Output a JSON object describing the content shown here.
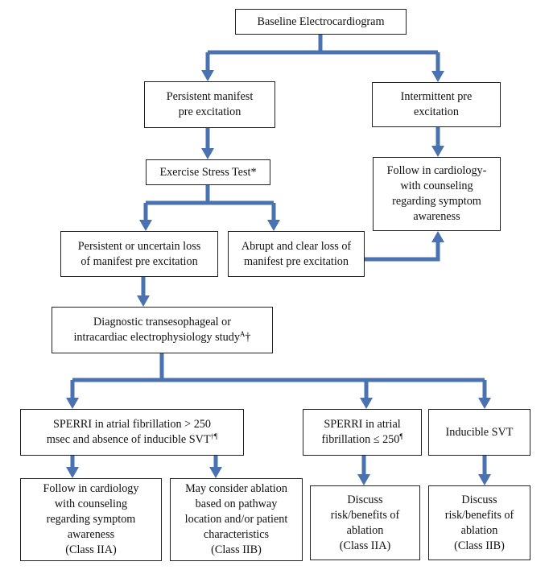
{
  "nodes": {
    "baseline": {
      "lines": [
        "Baseline Electrocardiogram"
      ]
    },
    "persistent": {
      "lines": [
        "Persistent manifest",
        "pre excitation"
      ]
    },
    "intermittent": {
      "lines": [
        "Intermittent pre",
        "excitation"
      ]
    },
    "stress_test": {
      "lines": [
        "Exercise Stress Test*"
      ]
    },
    "follow_top": {
      "lines": [
        "Follow in cardiology-",
        "with counseling",
        "regarding symptom",
        "awareness"
      ]
    },
    "uncertain_loss": {
      "lines": [
        "Persistent or uncertain loss",
        "of manifest pre excitation"
      ]
    },
    "abrupt_loss": {
      "lines": [
        "Abrupt and clear loss of",
        "manifest pre excitation"
      ]
    },
    "ep_study": {
      "line1": "Diagnostic transesophageal or",
      "line2_text": "intracardiac electrophysiology study",
      "line2_sup": "A",
      "line2_tail": "†"
    },
    "sperri_250": {
      "line1": "SPERRI in atrial fibrillation > 250",
      "line2_text": "msec and absence of inducible SVT",
      "line2_sup": "†¶"
    },
    "sperri_le250": {
      "line1": "SPERRI in atrial",
      "line2_text": "fibrillation ≤ 250",
      "line2_sup": "¶"
    },
    "inducible_svt": {
      "lines": [
        "Inducible SVT"
      ]
    },
    "follow_bottom": {
      "lines": [
        "Follow in cardiology",
        "with counseling",
        "regarding symptom",
        "awareness",
        "(Class IIA)"
      ]
    },
    "consider_ablation": {
      "lines": [
        "May consider ablation",
        "based on pathway",
        "location and/or patient",
        "characteristics",
        "(Class IIB)"
      ]
    },
    "discuss_iia": {
      "lines": [
        "Discuss",
        "risk/benefits of",
        "ablation",
        "(Class IIA)"
      ]
    },
    "discuss_iib": {
      "lines": [
        "Discuss",
        "risk/benefits of",
        "ablation",
        "(Class IIB)"
      ]
    }
  },
  "colors": {
    "arrow": "#4a72b0",
    "border": "#222222"
  }
}
